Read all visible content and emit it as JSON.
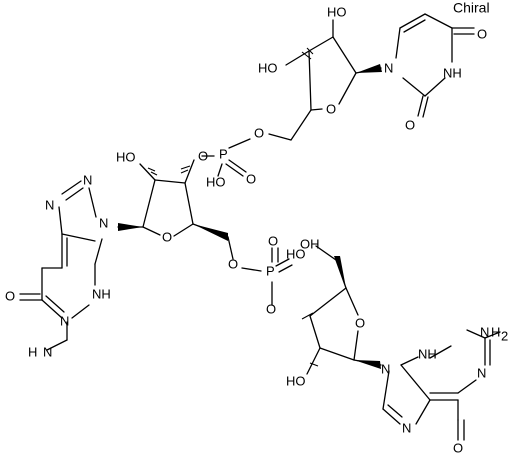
{
  "chiral_label": "Chiral",
  "atom_text": {
    "ho": "HO",
    "oh": "OH",
    "o": "O",
    "n": "N",
    "nh": "NH",
    "h": "H",
    "p": "P",
    "nh2_n": "N",
    "nh2_h": "H",
    "nh2_sub": "2"
  }
}
